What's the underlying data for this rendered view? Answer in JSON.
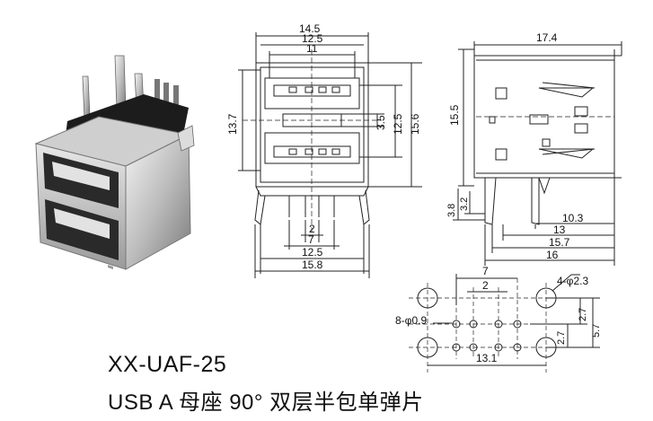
{
  "model_code": "XX-UAF-25",
  "product_description": "USB A 母座 90° 双层半包单弹片",
  "front_view": {
    "width_labels": [
      "14.5",
      "12.5",
      "11"
    ],
    "height_labels": [
      "13.7",
      "15.6",
      "12.5",
      "3.5"
    ],
    "pin_labels": [
      "2",
      "7",
      "12.5",
      "15.8"
    ]
  },
  "side_view": {
    "top_label": "17.4",
    "height_labels": [
      "15.5",
      "3.8",
      "3.2"
    ],
    "length_labels": [
      "10.3",
      "13",
      "15.7",
      "16"
    ]
  },
  "footprint": {
    "spacing_labels": [
      "7",
      "2",
      "13.1",
      "2.7",
      "2.7",
      "5.7"
    ],
    "hole_callouts": [
      "4-φ2.3",
      "8-φ0.9"
    ]
  },
  "colors": {
    "line": "#222222",
    "text": "#111111",
    "background": "#ffffff"
  }
}
